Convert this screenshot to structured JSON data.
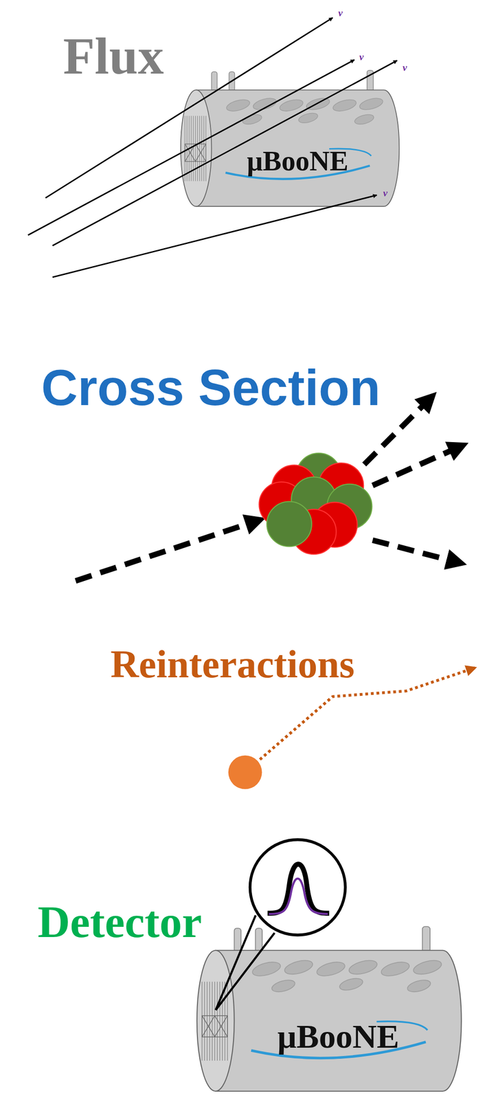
{
  "diagram": {
    "labels": [
      "Flux",
      "ν",
      "ν",
      "ν",
      "ν",
      "μBooNE",
      "Cross Section",
      "Reinteractions",
      "Detector",
      "μBooNE"
    ]
  }
}
